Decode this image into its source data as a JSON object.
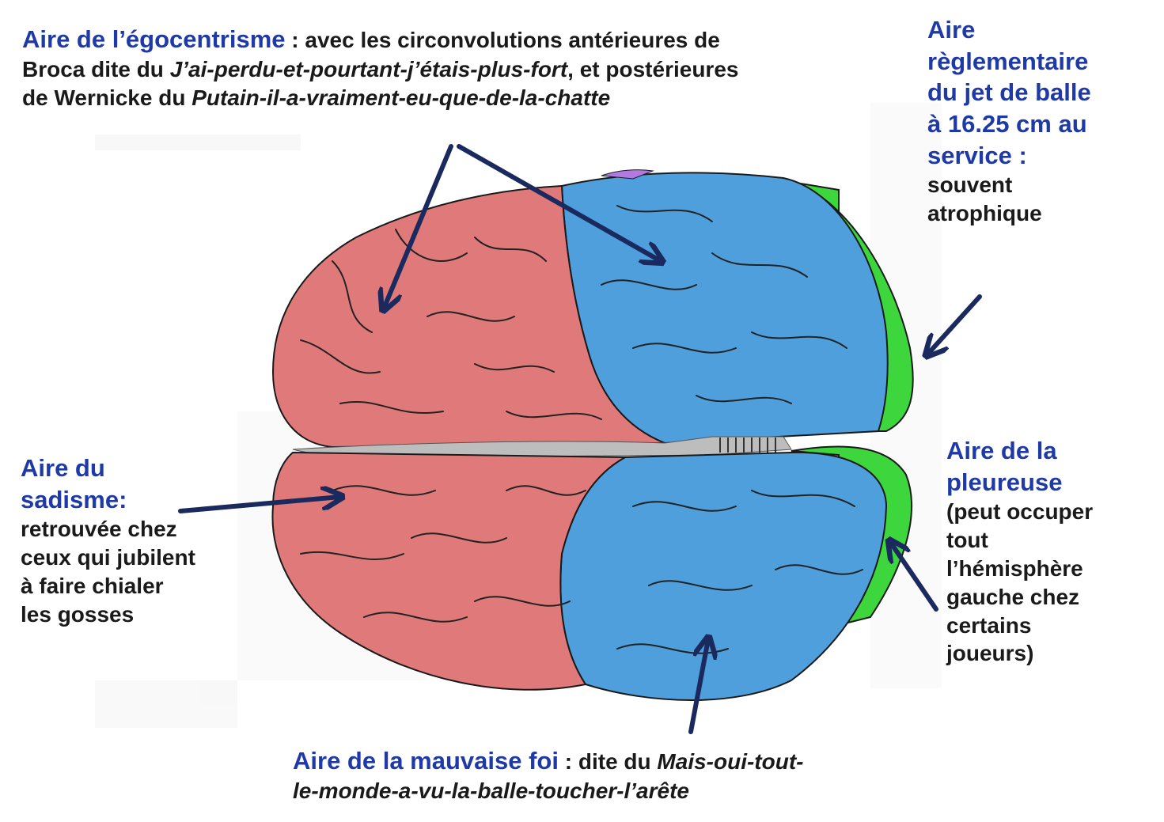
{
  "colors": {
    "frontal": "#e07a7a",
    "parietal": "#4f9fdc",
    "occipital": "#3dd63d",
    "arrow": "#1a2a5e",
    "title_text": "#1f3aa6"
  },
  "labels": {
    "egocentrisme": {
      "title": "Aire de l’égocentrisme",
      "text1": " : avec les circonvolutions antérieures de",
      "text2": "Broca dite du ",
      "italic1": "J’ai-perdu-et-pourtant-j’étais-plus-fort",
      "text3": ", et postérieures",
      "text4": "de Wernicke du ",
      "italic2": "Putain-il-a-vraiment-eu-que-de-la-chatte"
    },
    "jet_de_balle": {
      "title_lines": [
        "Aire",
        "règlementaire",
        "du jet de balle",
        "à 16.25 cm au",
        "service  :"
      ],
      "text_lines": [
        "souvent",
        "atrophique"
      ]
    },
    "sadisme": {
      "title_lines": [
        "Aire  du",
        "sadisme:"
      ],
      "text_lines": [
        "retrouvée chez",
        "ceux qui jubilent",
        "à faire chialer",
        "les gosses"
      ]
    },
    "pleureuse": {
      "title_lines": [
        "Aire  de la",
        "pleureuse"
      ],
      "text_lines": [
        "(peut occuper",
        "tout",
        "l’hémisphère",
        "gauche chez",
        "certains",
        "joueurs)"
      ]
    },
    "mauvaise_foi": {
      "title": "Aire de la mauvaise foi",
      "text1": " : dite du ",
      "italic1": "Mais-oui-tout-",
      "italic2": "le-monde-a-vu-la-balle-toucher-l’arête"
    }
  }
}
